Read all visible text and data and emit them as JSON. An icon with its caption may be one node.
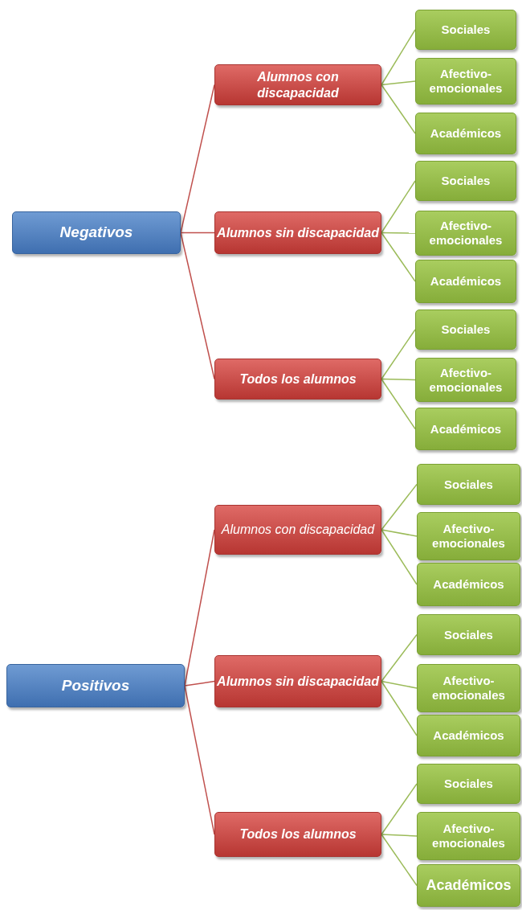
{
  "diagram": {
    "nodes": [
      {
        "text": [
          "Negativos"
        ]
      },
      {
        "text": [
          "Alumnos con discapacidad"
        ]
      },
      {
        "text": [
          "Sociales"
        ]
      },
      {
        "text": [
          "Afectivo-emocionales"
        ]
      },
      {
        "text": [
          "Académicos"
        ]
      },
      {
        "text": [
          "Alumnos sin discapacidad"
        ]
      },
      {
        "text": [
          "Sociales"
        ]
      },
      {
        "text": [
          "Afectivo-emocionales"
        ]
      },
      {
        "text": [
          "Académicos"
        ]
      },
      {
        "text": [
          "Todos los alumnos"
        ]
      },
      {
        "text": [
          "Sociales"
        ]
      },
      {
        "text": [
          "Afectivo-emocionales"
        ]
      },
      {
        "text": [
          "Académicos"
        ]
      },
      {
        "text": [
          "Positivos"
        ]
      },
      {
        "text": [
          "Alumnos con discapacidad"
        ]
      },
      {
        "text": [
          "Sociales"
        ]
      },
      {
        "text": [
          "Afectivo-emocionales"
        ]
      },
      {
        "text": [
          "Académicos"
        ]
      },
      {
        "text": [
          "Alumnos sin discapacidad"
        ]
      },
      {
        "text": [
          "Sociales"
        ]
      },
      {
        "text": [
          "Afectivo-emocionales"
        ]
      },
      {
        "text": [
          "Académicos"
        ]
      },
      {
        "text": [
          "Todos los alumnos"
        ]
      },
      {
        "text": [
          "Sociales"
        ]
      },
      {
        "text": [
          "Afectivo-emocionales"
        ]
      },
      {
        "text": [
          "Académicos"
        ]
      }
    ],
    "edges": [
      {
        "from": 0,
        "to": 1,
        "arrow": "none",
        "color": "#c0504d"
      },
      {
        "from": 0,
        "to": 5,
        "arrow": "none",
        "color": "#c0504d"
      },
      {
        "from": 0,
        "to": 9,
        "arrow": "none",
        "color": "#c0504d"
      },
      {
        "from": 1,
        "to": 2,
        "arrow": "none"
      },
      {
        "from": 1,
        "to": 3,
        "arrow": "none"
      },
      {
        "from": 1,
        "to": 4,
        "arrow": "none"
      },
      {
        "from": 5,
        "to": 6,
        "arrow": "none"
      },
      {
        "from": 5,
        "to": 7,
        "arrow": "none"
      },
      {
        "from": 5,
        "to": 8,
        "arrow": "none"
      },
      {
        "from": 9,
        "to": 10,
        "arrow": "none"
      },
      {
        "from": 9,
        "to": 11,
        "arrow": "none"
      },
      {
        "from": 9,
        "to": 12,
        "arrow": "none"
      },
      {
        "from": 13,
        "to": 14,
        "arrow": "none",
        "color": "#c0504d"
      },
      {
        "from": 13,
        "to": 18,
        "arrow": "none",
        "color": "#c0504d"
      },
      {
        "from": 13,
        "to": 22,
        "arrow": "none",
        "color": "#c0504d"
      },
      {
        "from": 14,
        "to": 15,
        "arrow": "none"
      },
      {
        "from": 14,
        "to": 16,
        "arrow": "none"
      },
      {
        "from": 14,
        "to": 17,
        "arrow": "none"
      },
      {
        "from": 18,
        "to": 19,
        "arrow": "none"
      },
      {
        "from": 18,
        "to": 20,
        "arrow": "none"
      },
      {
        "from": 18,
        "to": 21,
        "arrow": "none"
      },
      {
        "from": 22,
        "to": 23,
        "arrow": "none"
      },
      {
        "from": 22,
        "to": 24,
        "arrow": "none"
      },
      {
        "from": 22,
        "to": 25,
        "arrow": "none"
      }
    ]
  }
}
